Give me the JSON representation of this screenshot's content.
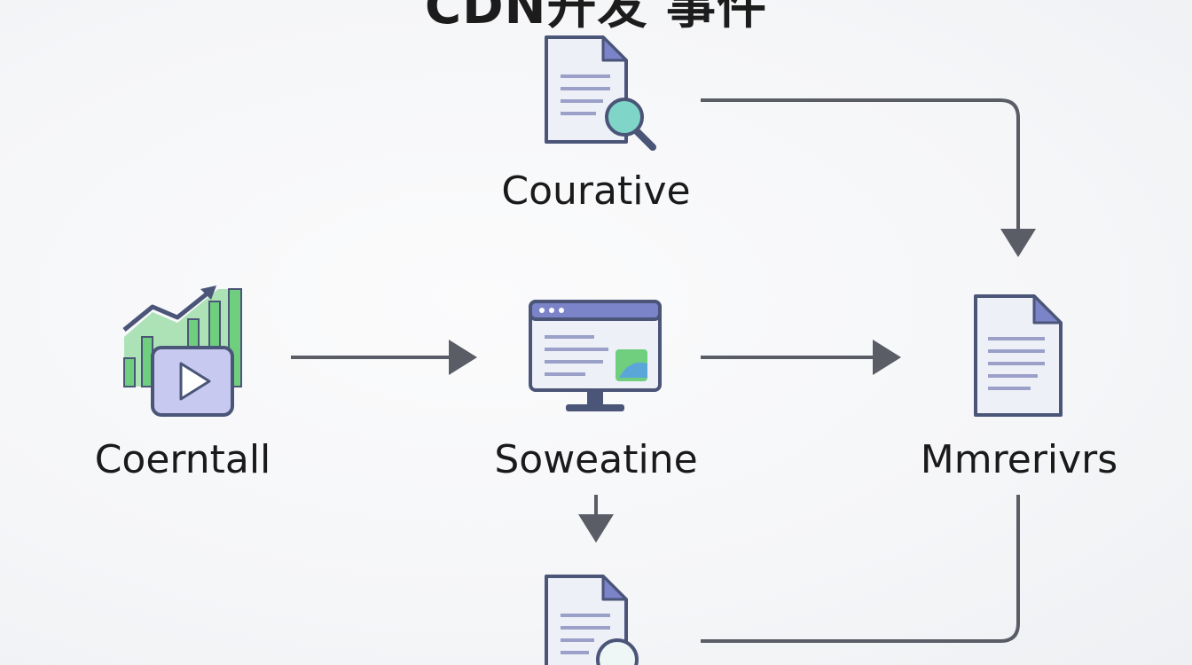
{
  "diagram": {
    "title": "CDN开发 事件",
    "nodes": [
      {
        "id": "courative",
        "label": "Courative",
        "icon": "document-search-icon"
      },
      {
        "id": "coerntall",
        "label": "Coerntall",
        "icon": "chart-video-icon"
      },
      {
        "id": "soweatine",
        "label": "Soweatine",
        "icon": "monitor-icon"
      },
      {
        "id": "mmrerivrs",
        "label": "Mmrerivrs",
        "icon": "document-icon"
      },
      {
        "id": "bottom",
        "label": "",
        "icon": "document-search-icon"
      }
    ],
    "edges": [
      {
        "from": "courative",
        "to": "mmrerivrs"
      },
      {
        "from": "coerntall",
        "to": "soweatine"
      },
      {
        "from": "soweatine",
        "to": "mmrerivrs"
      },
      {
        "from": "soweatine",
        "to": "bottom"
      },
      {
        "from": "bottom",
        "to": "mmrerivrs"
      }
    ],
    "colors": {
      "stroke": "#4a5578",
      "paper": "#eef0f8",
      "accent_blue": "#7b83c9",
      "accent_green": "#6fcf7f",
      "lens": "#7fd6c8",
      "arrow": "#5a5d66"
    }
  }
}
